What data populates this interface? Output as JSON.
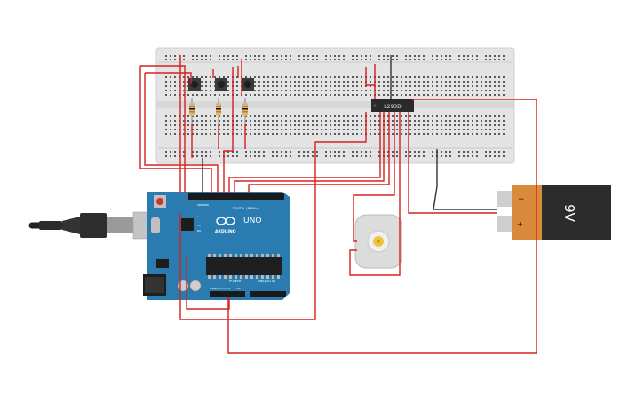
{
  "canvas": {
    "background": "#ffffff"
  },
  "arduino": {
    "brand": "ARDUINO",
    "model": "UNO",
    "digital_header": "DIGITAL (PWM~)",
    "power_header": "POWER",
    "analog_header": "ANALOG IN",
    "aref": "AREF",
    "gnd": "GND",
    "tx": "TX",
    "rx": "RX",
    "l_led": "L",
    "ioref": "IOREF",
    "reset": "RESET",
    "v33": "3.3V",
    "v5": "5V",
    "vin": "VIN",
    "board_color": "#2a7cb0"
  },
  "driver_chip": {
    "label": "L293D"
  },
  "battery": {
    "voltage": "9V",
    "minus": "−",
    "plus": "+"
  },
  "colors": {
    "wire": "#d62020",
    "wire_dark": "#333333",
    "breadboard": "#e6e6e6"
  }
}
